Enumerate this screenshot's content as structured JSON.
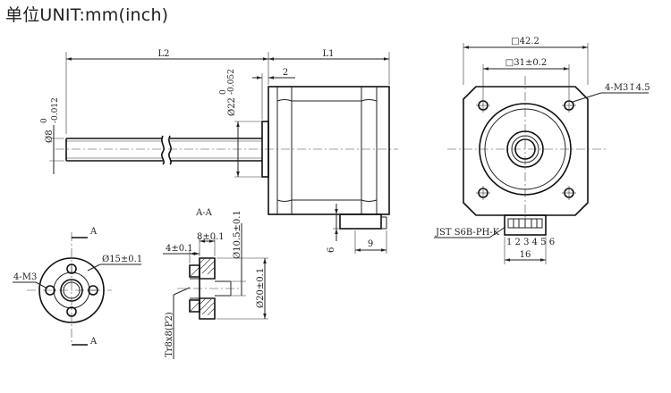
{
  "title": "单位UNIT:mm(inch)",
  "labels": {
    "L2": "L2",
    "L1": "L1",
    "dim_2": "2",
    "shaft_dia": "Ø8",
    "shaft_tol_top": "0",
    "shaft_tol_bot": "-0.012",
    "boss_dia": "Ø22",
    "boss_tol_top": "0",
    "boss_tol_bot": "-0.052",
    "dim_6": "6",
    "dim_9": "9",
    "square_42": "□42.2",
    "square_31": "□31±0.2",
    "screw_holes": "4-M3↧4.5",
    "connector": "JST S6B-PH-K",
    "pins": "1 2 3 4 5 6",
    "dim_16": "16",
    "section_title": "A-A",
    "section_mark_a": "A",
    "nut_holes": "4-M3",
    "nut_circle": "Ø15±0.1",
    "dim_8": "8±0.1",
    "dim_4": "4±0.1",
    "dim_10_5": "Ø10.5±0.1",
    "dim_20": "Ø20±0.1",
    "thread": "Tr8x8(P2)"
  }
}
